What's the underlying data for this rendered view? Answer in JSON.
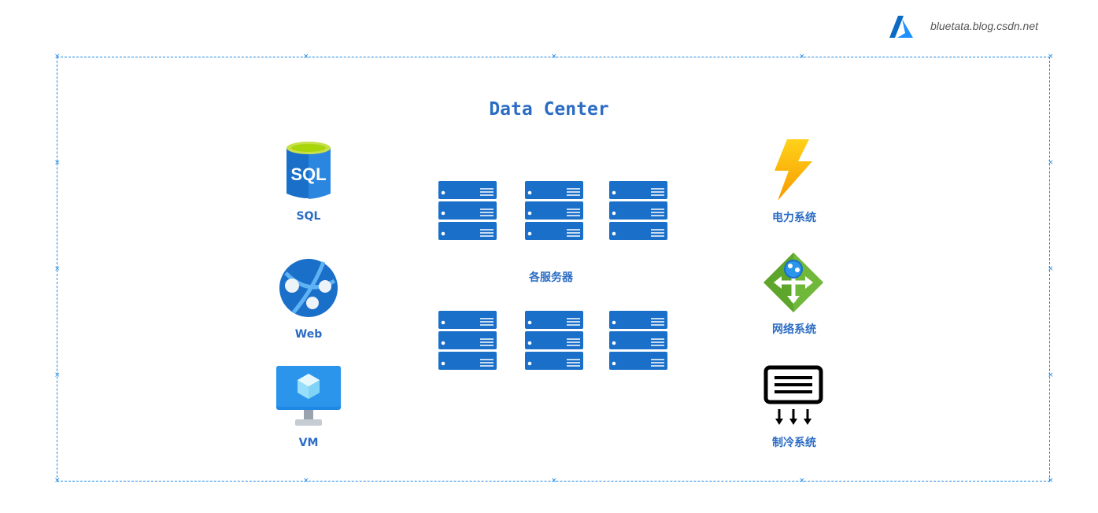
{
  "watermark": {
    "text": "bluetata.blog.csdn.net",
    "logo_icon": "azure-logo-icon"
  },
  "diagram": {
    "title": "Data Center",
    "left_components": [
      {
        "label": "SQL",
        "icon": "sql-database-icon"
      },
      {
        "label": "Web",
        "icon": "web-app-icon"
      },
      {
        "label": "VM",
        "icon": "virtual-machine-icon"
      }
    ],
    "server_group": {
      "label": "各服务器",
      "icon": "server-rack-icon",
      "count": 6
    },
    "right_components": [
      {
        "label": "电力系统",
        "icon": "lightning-icon"
      },
      {
        "label": "网络系统",
        "icon": "network-router-icon"
      },
      {
        "label": "制冷系统",
        "icon": "cooling-unit-icon"
      }
    ]
  },
  "colors": {
    "accent": "#2b6cc4",
    "frame": "#1e88e5",
    "server": "#1a6fc9",
    "sql_top": "#a9d50b"
  }
}
